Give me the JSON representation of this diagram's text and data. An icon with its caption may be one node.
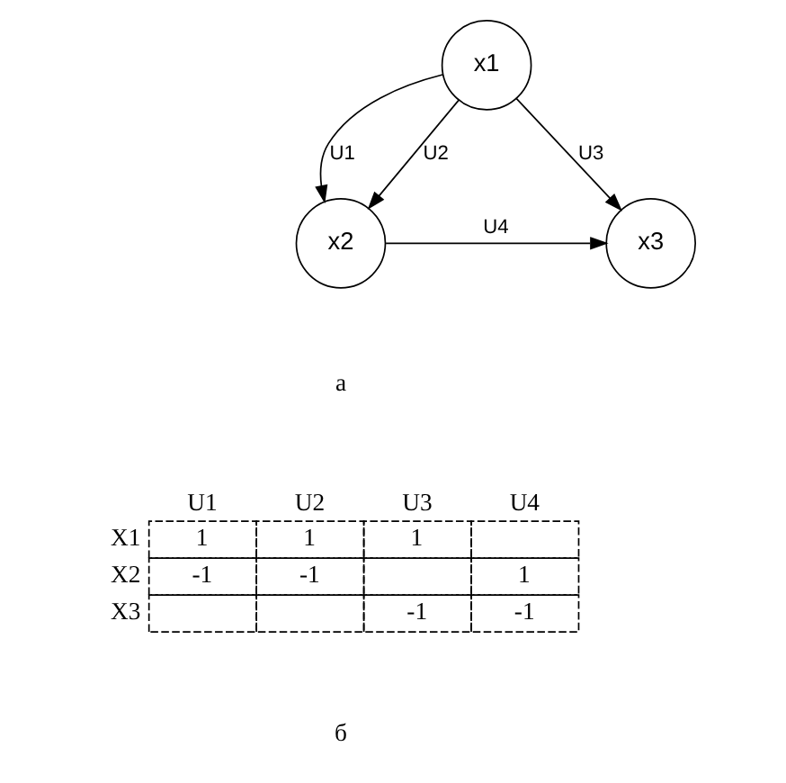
{
  "diagram": {
    "nodes": [
      {
        "text": [
          "x1"
        ]
      },
      {
        "text": [
          "x2"
        ]
      },
      {
        "text": [
          "x3"
        ]
      }
    ],
    "edges": [
      {
        "from": 0,
        "to": 1,
        "arrow": "to",
        "label": "U1"
      },
      {
        "from": 0,
        "to": 1,
        "arrow": "to",
        "label": "U2"
      },
      {
        "from": 0,
        "to": 2,
        "arrow": "to",
        "label": "U3"
      },
      {
        "from": 1,
        "to": 2,
        "arrow": "to",
        "label": "U4"
      }
    ],
    "labels": [
      "а",
      "U1",
      "U2",
      "U3",
      "U4",
      "X1",
      "1",
      "1",
      "1",
      "X2",
      "-1",
      "-1",
      "1",
      "X3",
      "-1",
      "-1",
      "б"
    ]
  }
}
